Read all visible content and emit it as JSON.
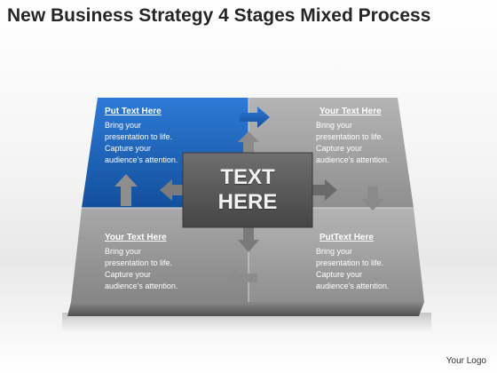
{
  "title": "New Business Strategy 4 Stages Mixed Process",
  "center": {
    "line1": "TEXT",
    "line2": "HERE"
  },
  "quadrants": [
    {
      "title": "Put Text Here",
      "body": [
        "Bring your",
        "presentation to life.",
        "Capture your",
        "audience’s attention."
      ]
    },
    {
      "title": "Your Text Here",
      "body": [
        "Bring your",
        "presentation to life.",
        "Capture your",
        "audience’s attention."
      ]
    },
    {
      "title": "Your Text Here",
      "body": [
        "Bring your",
        "presentation to life.",
        "Capture your",
        "audience’s attention."
      ]
    },
    {
      "title": "PutText Here",
      "body": [
        "Bring your",
        "presentation to life.",
        "Capture your",
        "audience’s attention."
      ]
    }
  ],
  "footer": {
    "logo": "Your Logo"
  },
  "colors": {
    "accent": "#1f66bf",
    "panel": "#9c9c9c",
    "panel_dark": "#7f7f7f",
    "center": "#5a5a5a"
  }
}
